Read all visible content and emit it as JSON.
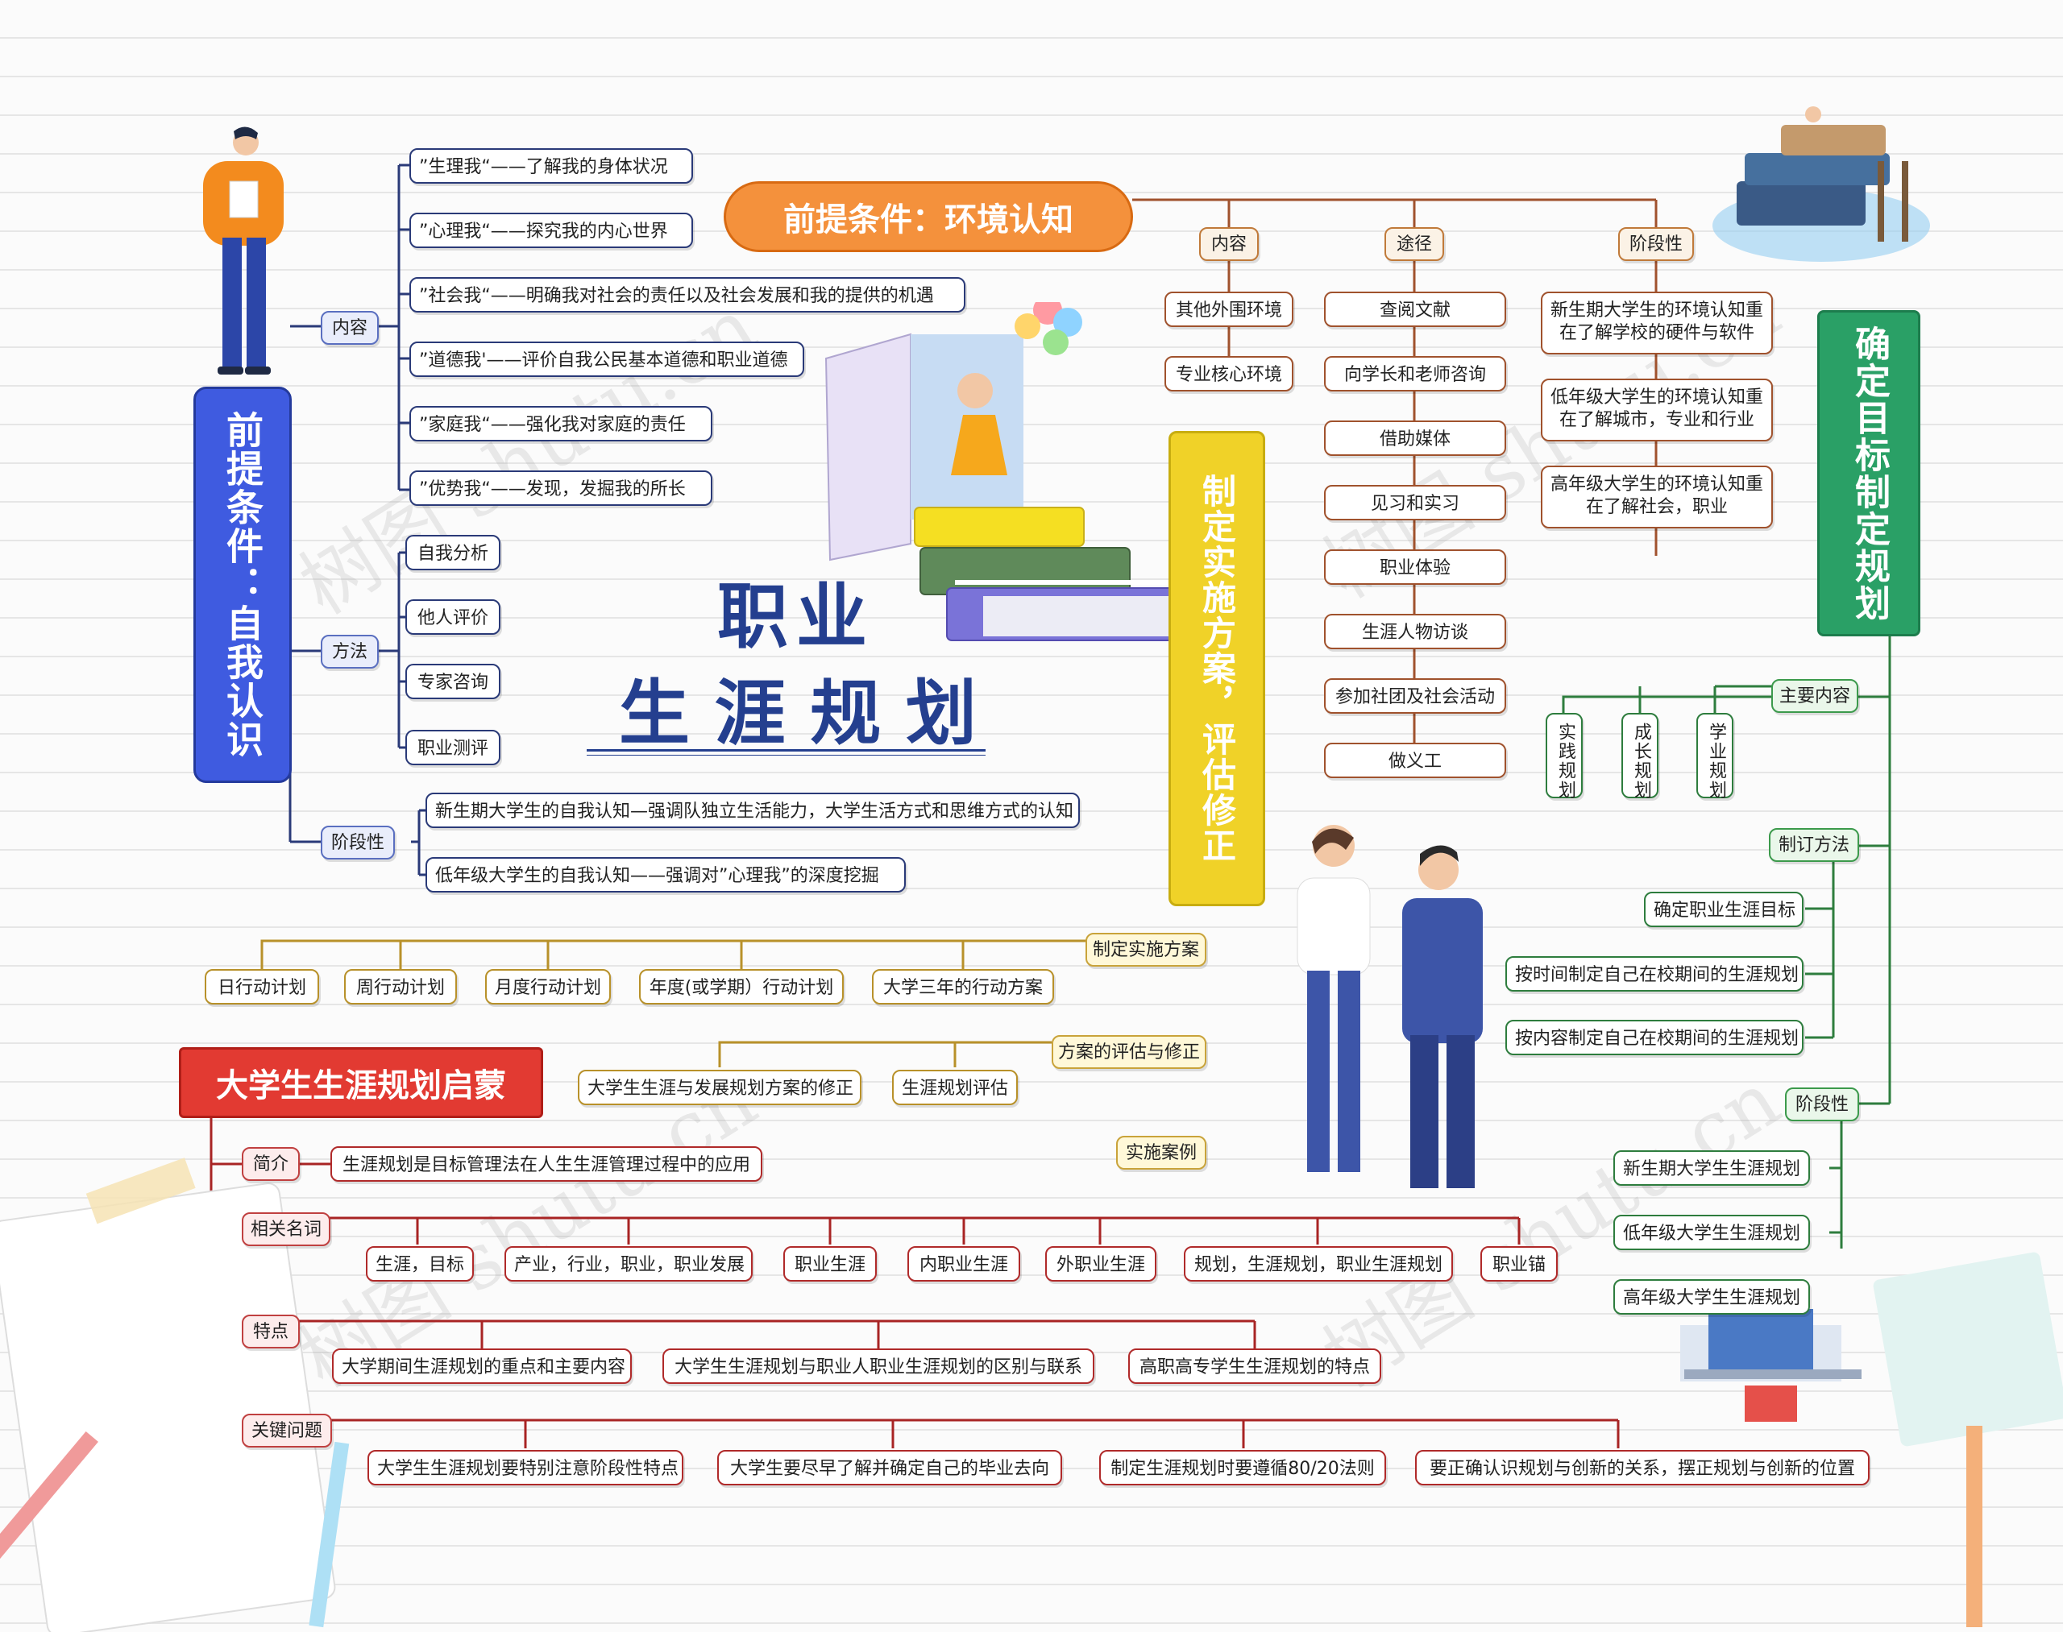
{
  "center": {
    "line1": "职业",
    "line2": "生 涯 规 划"
  },
  "watermark": "树图 shutu.cn",
  "colors": {
    "blue": "#3f5be0",
    "orange": "#f4913c",
    "green": "#2aa066",
    "yellow": "#f0d228",
    "red": "#e23a32"
  },
  "self": {
    "title": "前提条件：自我认识",
    "content_tag": "内容",
    "content": [
      "”生理我“——了解我的身体状况",
      "”心理我“——探究我的内心世界",
      "”社会我“——明确我对社会的责任以及社会发展和我的提供的机遇",
      "”道德我'——评价自我公民基本道德和职业道德",
      "”家庭我“——强化我对家庭的责任",
      "”优势我“——发现，发掘我的所长"
    ],
    "method_tag": "方法",
    "methods": [
      "自我分析",
      "他人评价",
      "专家咨询",
      "职业测评"
    ],
    "stage_tag": "阶段性",
    "stages": [
      "新生期大学生的自我认知—强调队独立生活能力，大学生活方式和思维方式的认知",
      "低年级大学生的自我认知——强调对”心理我”的深度挖掘"
    ]
  },
  "env": {
    "title": "前提条件：环境认知",
    "content_tag": "内容",
    "content": [
      "其他外围环境",
      "专业核心环境"
    ],
    "route_tag": "途径",
    "routes": [
      "查阅文献",
      "向学长和老师咨询",
      "借助媒体",
      "见习和实习",
      "职业体验",
      "生涯人物访谈",
      "参加社团及社会活动",
      "做义工"
    ],
    "stage_tag": "阶段性",
    "stages": [
      "新生期大学生的环境认知重在了解学校的硬件与软件",
      "低年级大学生的环境认知重在了解城市，专业和行业",
      "高年级大学生的环境认知重在了解社会，职业"
    ]
  },
  "goal": {
    "title": "确定目标制定规划",
    "main_tag": "主要内容",
    "main_items": [
      "实践规划",
      "成长规划",
      "学业规划"
    ],
    "method_tag": "制订方法",
    "methods": [
      "确定职业生涯目标",
      "按时间制定自己在校期间的生涯规划",
      "按内容制定自己在校期间的生涯规划"
    ],
    "stage_tag": "阶段性",
    "stages": [
      "新生期大学生生涯规划",
      "低年级大学生生涯规划",
      "高年级大学生生涯规划"
    ]
  },
  "impl": {
    "title": "制定实施方案，评估修正",
    "plan_tag": "制定实施方案",
    "plans": [
      "日行动计划",
      "周行动计划",
      "月度行动计划",
      "年度(或学期）行动计划",
      "大学三年的行动方案"
    ],
    "eval_tag": "方案的评估与修正",
    "evals": [
      "大学生生涯与发展规划方案的修正",
      "生涯规划评估"
    ],
    "case_tag": "实施案例"
  },
  "enlight": {
    "title": "大学生生涯规划启蒙",
    "intro_tag": "简介",
    "intro": "生涯规划是目标管理法在人生生涯管理过程中的应用",
    "terms_tag": "相关名词",
    "terms": [
      "生涯，目标",
      "产业，行业，职业，职业发展",
      "职业生涯",
      "内职业生涯",
      "外职业生涯",
      "规划，生涯规划，职业生涯规划",
      "职业锚"
    ],
    "feature_tag": "特点",
    "features": [
      "大学期间生涯规划的重点和主要内容",
      "大学生生涯规划与职业人职业生涯规划的区别与联系",
      "高职高专学生生涯规划的特点"
    ],
    "key_tag": "关键问题",
    "keys": [
      "大学生生涯规划要特别注意阶段性特点",
      "大学生要尽早了解并确定自己的毕业去向",
      "制定生涯规划时要遵循80/20法则",
      "要正确认识规划与创新的关系，摆正规划与创新的位置"
    ]
  }
}
